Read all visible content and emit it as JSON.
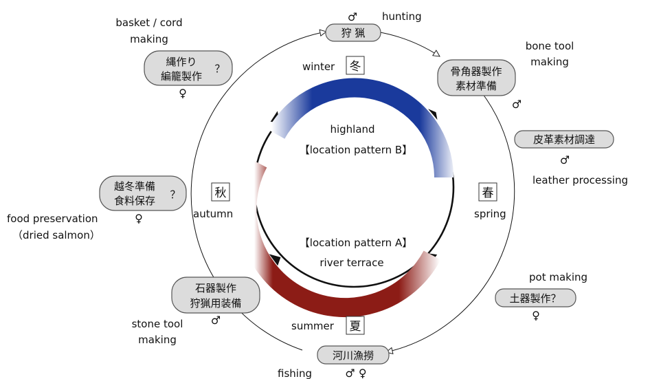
{
  "seasons": {
    "winter": {
      "en": "winter",
      "jp": "冬"
    },
    "spring": {
      "en": "spring",
      "jp": "春"
    },
    "summer": {
      "en": "summer",
      "jp": "夏"
    },
    "autumn": {
      "en": "autumn",
      "jp": "秋"
    }
  },
  "locations": {
    "highland": {
      "name": "highland",
      "pattern": "【location pattern B】"
    },
    "river": {
      "pattern": "【location pattern A】",
      "name": "river terrace"
    }
  },
  "activities": {
    "hunting": {
      "jp": "狩 猟",
      "en": "hunting",
      "gender": "♂"
    },
    "bone": {
      "jp": [
        "骨角器製作",
        "素材準備"
      ],
      "en": [
        "bone tool",
        "making"
      ],
      "gender": "♂"
    },
    "leather": {
      "jp": "皮革素材調達",
      "en": "leather processing",
      "gender": "♂"
    },
    "pot": {
      "jp": "土器製作？",
      "en": "pot making",
      "gender": "♀"
    },
    "fishing": {
      "jp": "河川漁撈",
      "en": "fishing",
      "gender": "♂ ♀"
    },
    "stone": {
      "jp": [
        "石器製作",
        "狩猟用装備"
      ],
      "en": [
        "stone tool",
        "making"
      ],
      "gender": "♂"
    },
    "food": {
      "jp": [
        "越冬準備",
        "食料保存"
      ],
      "mark": "？",
      "en": [
        "food preservation",
        "（dried salmon）"
      ],
      "gender": "♀"
    },
    "basket": {
      "jp": [
        "縄作り",
        "編籠製作"
      ],
      "mark": "？",
      "en": [
        "basket / cord",
        "making"
      ],
      "gender": "♀"
    }
  },
  "colors": {
    "highland_band": "#1a3a9c",
    "river_band": "#8c1c16",
    "pill_fill": "#dcdcdc"
  }
}
